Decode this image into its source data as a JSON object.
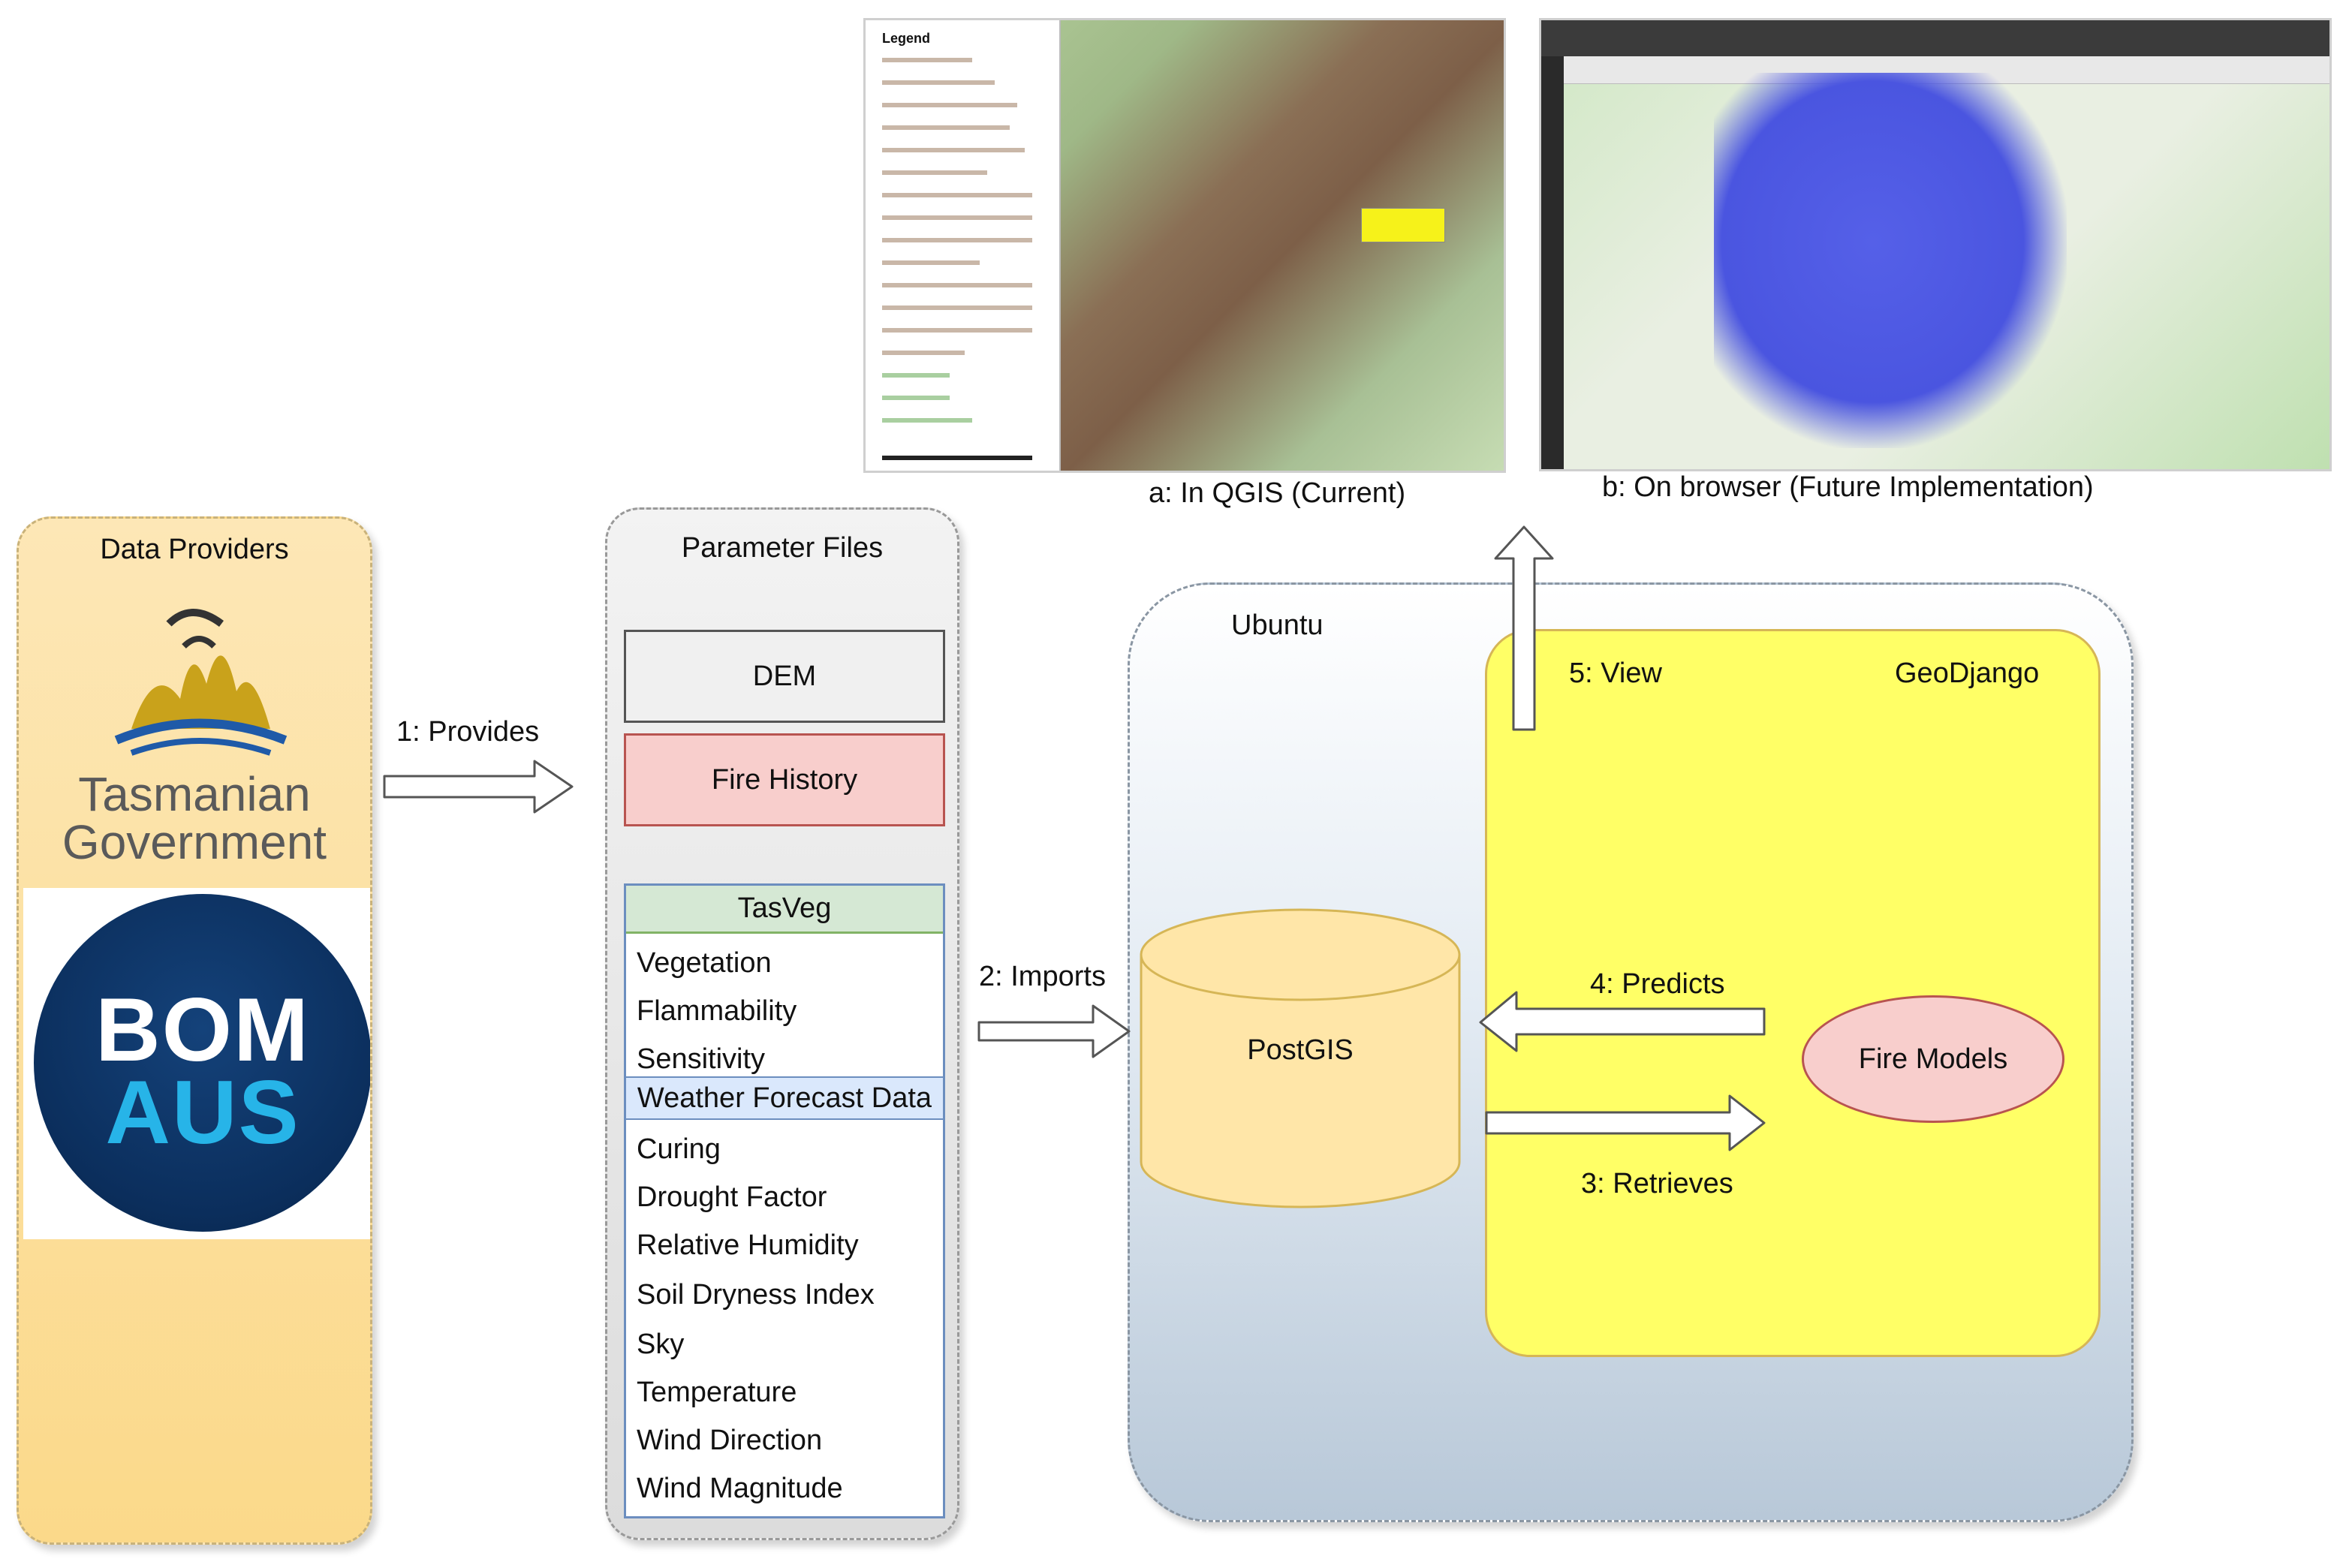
{
  "providers": {
    "title": "Data Providers",
    "tas_line1": "Tasmanian",
    "tas_line2": "Government",
    "bom_line1": "BOM",
    "bom_line2": "AUS"
  },
  "arrows": {
    "provides": "1: Provides",
    "imports": "2: Imports",
    "retrieves": "3: Retrieves",
    "predicts": "4: Predicts",
    "view": "5: View"
  },
  "params": {
    "title": "Parameter Files",
    "dem": "DEM",
    "fire_history": "Fire History",
    "tasveg_header": "TasVeg",
    "tasveg_items": [
      "Vegetation",
      "Flammability",
      "Sensitivity"
    ],
    "weather_header": "Weather Forecast Data",
    "weather_items": [
      "Curing",
      "Drought Factor",
      "Relative Humidity",
      "Soil Dryness Index",
      "Sky",
      "Temperature",
      "Wind Direction",
      "Wind Magnitude"
    ]
  },
  "ubuntu": {
    "title": "Ubuntu",
    "geodjango": "GeoDjango",
    "postgis": "PostGIS",
    "fire_models": "Fire Models"
  },
  "screenshots": {
    "qgis_caption": "a: In QGIS (Current)",
    "browser_caption": "b: On browser (Future Implementation)",
    "qgis_legend_title": "Legend"
  },
  "colors": {
    "providers_fill": "#fbd98a",
    "fire_history_fill": "#f8cecc",
    "tasveg_fill": "#d5e8d4",
    "weather_fill": "#dae8fc",
    "geodjango_fill": "#ffff66",
    "postgis_fill": "#ffe6a8",
    "fire_models_fill": "#f8cecc",
    "bom_blue": "#0b2e5c",
    "bom_cyan": "#27b4e8"
  }
}
